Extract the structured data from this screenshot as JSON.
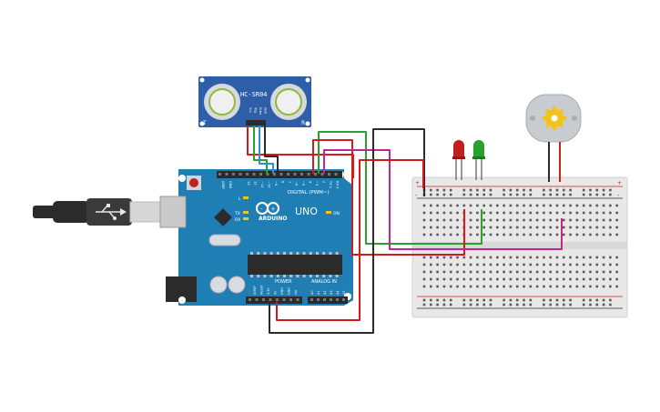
{
  "sensor": {
    "label": "HC-SR04",
    "left_mark": "T",
    "right_mark": "R",
    "pins": [
      "Vcc",
      "Trig",
      "Echo",
      "Gnd"
    ]
  },
  "arduino": {
    "brand": "ARDUINO",
    "model": "UNO",
    "digital_label": "DIGITAL (PWM~)",
    "power_label": "POWER",
    "analog_label": "ANALOG IN",
    "on_label": "ON",
    "tx_label": "TX",
    "rx_label": "RX",
    "l_label": "L",
    "aref_label": "AREF",
    "gnd_label": "GND",
    "digital_pins": [
      "13",
      "12",
      "~11",
      "~10",
      "~9",
      "8",
      "7",
      "~6",
      "~5",
      "4",
      "~3",
      "2",
      "TX 1",
      "RX 0"
    ],
    "power_pins": [
      "IOREF",
      "RESET",
      "3.3V",
      "5V",
      "GND",
      "GND",
      "Vin"
    ],
    "analog_pins": [
      "A0",
      "A1",
      "A2",
      "A3",
      "A4",
      "A5"
    ]
  },
  "breadboard": {
    "plus": "+",
    "minus": "-"
  },
  "colors": {
    "board": "#1f7fb4",
    "board_dark": "#176a98",
    "sensor": "#2f5ea8",
    "wire_red": "#d11c1c",
    "wire_black": "#2b2b2b",
    "wire_green": "#2aa12a",
    "wire_magenta": "#c2278f",
    "led_red": "#c21e1e",
    "led_green": "#2aa12a",
    "motor_body": "#c8ccd0",
    "motor_gear": "#f2c41b"
  }
}
